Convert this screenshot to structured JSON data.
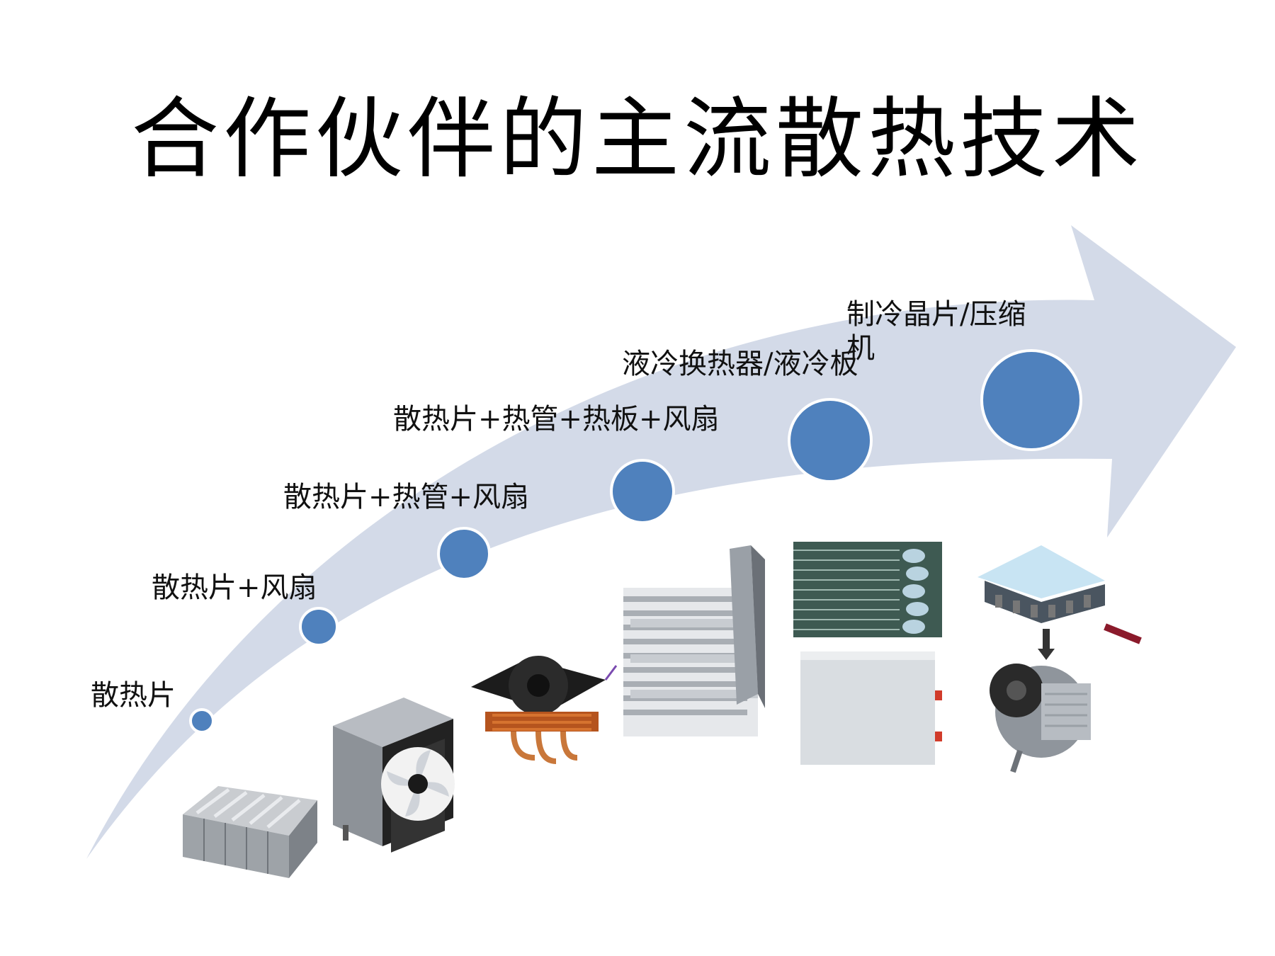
{
  "title": "合作伙伴的主流散热技术",
  "colors": {
    "arrow": "#D3DAE8",
    "milestone": "#4F81BD",
    "milestone_ring": "#FFFFFF"
  },
  "stages": [
    {
      "label": "散热片",
      "image_icon": "aluminum-heatsink-icon"
    },
    {
      "label": "散热片+风扇",
      "image_icon": "fan-cooler-icon"
    },
    {
      "label": "散热片+热管+风扇",
      "image_icon": "heatpipe-fan-cooler-icon"
    },
    {
      "label": "散热片+热管+热板+风扇",
      "image_icon": "heatpipe-heatsink-icon"
    },
    {
      "label": "液冷换热器/液冷板",
      "image_icon": "liquid-cold-plate-icon"
    },
    {
      "label": "制冷晶片/压缩机",
      "image_icon": "peltier-compressor-icon"
    }
  ]
}
